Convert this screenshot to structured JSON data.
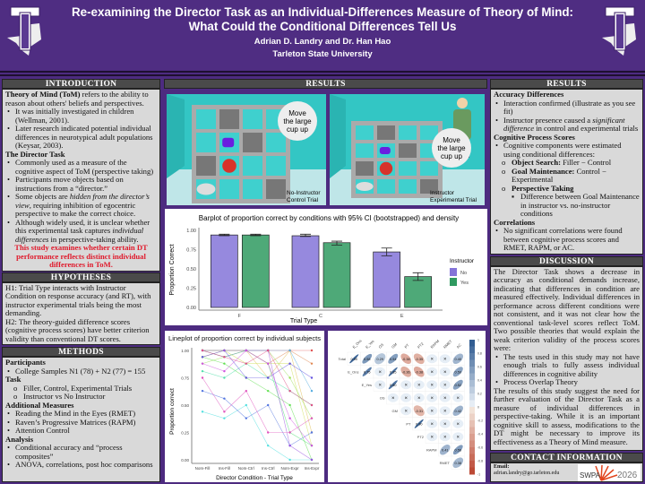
{
  "header": {
    "title_line1": "Re-examining the Director Task as an Individual-Differences Measure of Theory of Mind:",
    "title_line2": "What Could the Conditional Differences Tell Us",
    "authors": "Adrian D. Landry and Dr. Han Hao",
    "affiliation": "Tarleton State University",
    "logo_letter": "T"
  },
  "intro": {
    "heading": "INTRODUCTION",
    "p0_bold": "Theory of Mind (ToM)",
    "p0_rest": " refers to the ability to reason about others' beliefs and perspectives.",
    "b1": "It was initially investigated in children (Wellman, 2001).",
    "b2": "Later research indicated potential individual differences in neurotypical adult populations (Keysar, 2003).",
    "sub": "The Director Task",
    "b3": "Commonly used as a measure of the cognitive aspect of ToM (perspective taking)",
    "b4": "Participants move objects based on instructions from a “director.”",
    "b5a": "Some objects are ",
    "b5i": "hidden from the director’s view",
    "b5b": ", requiring inhibition of egocentric perspective to make the correct choice.",
    "b6a": "Although widely used, it is unclear whether this experimental task captures ",
    "b6i": "individual differences",
    "b6b": " in perspective-taking ability.",
    "highlight": "This study examines whether certain DT performance reflects distinct individual differences in ToM."
  },
  "hypotheses": {
    "heading": "HYPOTHESES",
    "h1": "H1: Trial Type interacts with Instructor Condition on response accuracy (and RT), with instructor experimental trials being the most demanding.",
    "h2": "H2: The theory-guided difference scores (cognitive process scores) have better criterion validity than conventional DT scores."
  },
  "methods": {
    "heading": "METHODS",
    "participants": "Participants",
    "p1": "College Samples N1 (78) + N2 (77) = 155",
    "task": "Task",
    "t1": "Filler, Control, Experimental Trials",
    "t2": "Instructor vs No Instructor",
    "measures": "Additional Measures",
    "m1": "Reading the Mind in the Eyes (RMET)",
    "m2": "Raven’s Progressive Matrices (RAPM)",
    "m3": "Attention Control",
    "analysis": "Analysis",
    "a1": "Conditional accuracy and “process composites”",
    "a2": "ANOVA, correlations, post hoc comparisons"
  },
  "results_mid": {
    "heading": "RESULTS",
    "scene1": {
      "bubble": [
        "Move",
        "the large",
        "cup up"
      ],
      "caption": [
        "No-Instructor",
        "Control Trial"
      ]
    },
    "scene2": {
      "bubble": [
        "Move",
        "the large",
        "cup up"
      ],
      "caption": [
        "Instructor",
        "Experimental Trial"
      ]
    }
  },
  "results_right": {
    "heading": "RESULTS",
    "s1": "Accuracy Differences",
    "r1": "Interaction confirmed (illustrate as you see fit)",
    "r2a": "Instructor presence caused a ",
    "r2i": "significant difference",
    "r2b": " in control and experimental trials",
    "s2": "Cognitive Process Scores",
    "r3": "Cognitive components were estimated using conditional differences:",
    "o1b": "Object Search:",
    "o1": " Filler − Control",
    "o2b": "Goal Maintenance:",
    "o2": " Control − Experimental",
    "o3b": "Perspective Taking",
    "sq1": "Difference between Goal Maintenance in instructor vs. no-instructor conditions",
    "s3": "Correlations",
    "r4": "No significant correlations were found between cognitive process scores and RMET, RAPM, or AC."
  },
  "discussion": {
    "heading": "DISCUSSION",
    "p1": "The Director Task shows a decrease in accuracy as conditional demands increase, indicating that differences in condition are measured effectively. Individual differences in performance across different conditions were not consistent, and it was not clear how the conventional task-level scores reflect ToM. Two possible theories that would explain the weak criterion validity of the process scores were:",
    "b1": "The tests used in this study may not have enough trials to fully assess individual differences in cognitive ability",
    "b2": "Process Overlap Theory",
    "p2": "The results of this study suggest the need for further evaluation of the Director Task as a measure of individual differences in perspective-taking. While it is an important cognitive skill to assess, modifications to the DT might be necessary to improve its effectiveness as a Theory of Mind measure."
  },
  "contact": {
    "heading": "CONTACT INFORMATION",
    "email_label": "Email:",
    "email": "adrian.landry@go.tarleton.edu",
    "logo_text": "SWPA",
    "logo_year": "2026"
  },
  "chart_data": [
    {
      "type": "bar",
      "title": "Barplot of proportion correct by conditions with 95% CI (bootstrapped) and density",
      "xlabel": "Trial Type",
      "ylabel": "Proportion Correct",
      "categories": [
        "F",
        "C",
        "E"
      ],
      "ylim": [
        0,
        1
      ],
      "yticks": [
        "0.00",
        "0.25",
        "0.50",
        "0.75",
        "1.00"
      ],
      "legend_title": "Instructor",
      "legend_position": "right",
      "series": [
        {
          "name": "No",
          "color": "#8474d8",
          "values": [
            0.94,
            0.93,
            0.72
          ],
          "ci": [
            [
              0.93,
              0.95
            ],
            [
              0.92,
              0.95
            ],
            [
              0.67,
              0.77
            ]
          ]
        },
        {
          "name": "Yes",
          "color": "#2f9a60",
          "values": [
            0.94,
            0.84,
            0.4
          ],
          "ci": [
            [
              0.93,
              0.95
            ],
            [
              0.81,
              0.86
            ],
            [
              0.35,
              0.45
            ]
          ]
        }
      ]
    },
    {
      "type": "line",
      "title": "Lineplot of proportion correct by individual subjects",
      "xlabel": "Director Condition - Trial Type",
      "ylabel": "Proportion correct",
      "categories": [
        "NoIn-Fill",
        "Ins-Fill",
        "NoIn-Ctrl",
        "Ins-Ctrl",
        "NoIn-Expr",
        "Ins-Expr"
      ],
      "ylim": [
        0,
        1
      ],
      "yticks": [
        "0.00",
        "0.25",
        "0.50",
        "0.75",
        "1.00"
      ],
      "series": [
        [
          1,
          1,
          1,
          1,
          1,
          1
        ],
        [
          1,
          0.94,
          1,
          0.88,
          1,
          0.88
        ],
        [
          0.94,
          1,
          1,
          0.75,
          1,
          0.25
        ],
        [
          1,
          1,
          0.88,
          0.88,
          0.88,
          0.13
        ],
        [
          0.88,
          0.94,
          1,
          1,
          0.75,
          0.38
        ],
        [
          0.94,
          0.88,
          0.75,
          0.63,
          0.5,
          0
        ],
        [
          1,
          1,
          1,
          0.88,
          0.25,
          0.13
        ],
        [
          0.81,
          0.75,
          0.88,
          0.75,
          0.63,
          0.5
        ],
        [
          0.44,
          0.38,
          0.5,
          0.13,
          0,
          0
        ],
        [
          1,
          0.94,
          1,
          1,
          1,
          0.63
        ],
        [
          0.63,
          0.56,
          0.38,
          0.5,
          0.13,
          0.25
        ],
        [
          0.94,
          1,
          0.75,
          0.75,
          0.88,
          0.75
        ],
        [
          1,
          1,
          1,
          1,
          0.13,
          0
        ],
        [
          0.88,
          0.81,
          1,
          0.88,
          0.38,
          0.13
        ],
        [
          0.75,
          0.44,
          0.63,
          0.25,
          0.25,
          0.38
        ],
        [
          1,
          0.94,
          0.88,
          1,
          0.63,
          0.5
        ]
      ]
    },
    {
      "type": "heatmap",
      "rows": [
        "Total",
        "E_Ons",
        "E_Yes",
        "OS",
        "GM",
        "PT",
        "PT2",
        "RAPM",
        "RMET"
      ],
      "cols": [
        "E_Ons",
        "E_Yes",
        "OS",
        "GM",
        "PT",
        "PT2",
        "RAPM",
        "RMET",
        "AC"
      ],
      "colorbar_ticks": [
        "1",
        "0.8",
        "0.6",
        "0.4",
        "0.2",
        "0",
        "-0.2",
        "-0.4",
        "-0.6",
        "-0.8",
        "-1"
      ],
      "values": [
        [
          0.9,
          0.58,
          0.29,
          0.54,
          -0.38,
          -0.35,
          null,
          null,
          0.4
        ],
        [
          0.75,
          null,
          0.85,
          -0.36,
          -0.38,
          null,
          null,
          0.5
        ],
        [
          null,
          0.8,
          null,
          null,
          null,
          null,
          0.52
        ],
        [
          null,
          null,
          null,
          null,
          null,
          null
        ],
        [
          null,
          -0.31,
          null,
          null,
          0.42
        ],
        [
          0.9,
          null,
          null,
          null
        ],
        [
          null,
          null,
          null
        ],
        [
          0.41,
          0.56
        ],
        [
          0.38
        ]
      ]
    }
  ]
}
